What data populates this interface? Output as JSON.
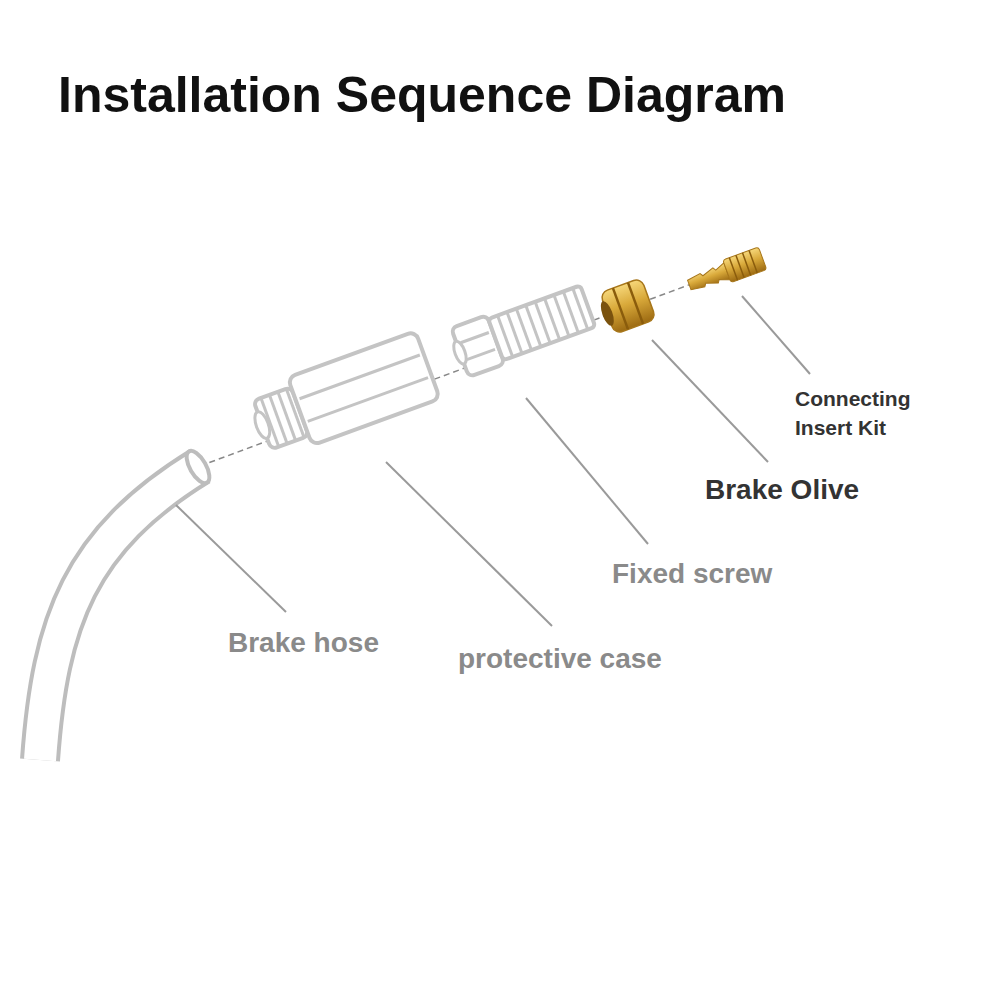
{
  "diagram": {
    "title": "Installation Sequence Diagram",
    "labels": [
      "Connecting Insert Kit",
      "Brake Olive",
      "Fixed screw",
      "Brake hose",
      "protective case"
    ]
  }
}
